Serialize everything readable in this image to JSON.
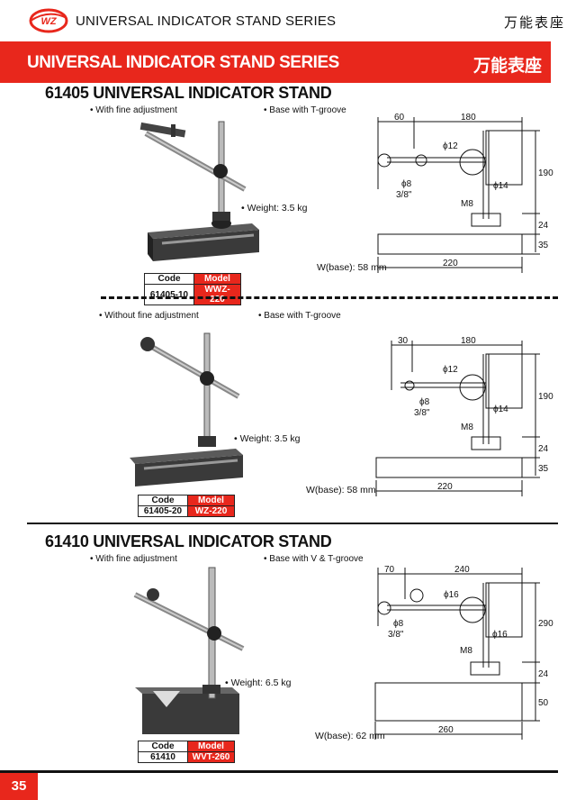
{
  "header": {
    "logo_text": "WZ",
    "series_title": "UNIVERSAL INDICATOR STAND SERIES",
    "series_title_cn": "万能表座"
  },
  "banner": {
    "title": "UNIVERSAL INDICATOR STAND SERIES",
    "title_cn": "万能表座"
  },
  "colors": {
    "accent": "#e8271c",
    "text": "#111111"
  },
  "sections": [
    {
      "title": "61405  UNIVERSAL INDICATOR STAND",
      "variants": [
        {
          "feature_left": "With fine adjustment",
          "feature_right": "Base with T-groove",
          "weight": "Weight: 3.5 kg",
          "wbase": "W(base): 58 mm",
          "table": {
            "code_header": "Code",
            "model_header": "Model",
            "code": "61405-10",
            "model": "WWZ-220"
          },
          "dims": {
            "a": "60",
            "b": "180",
            "d1": "ϕ12",
            "d2": "ϕ8",
            "d3": "3/8\"",
            "d4": "ϕ14",
            "m": "M8",
            "h1": "190",
            "h2": "24",
            "h3": "35",
            "w": "220"
          }
        },
        {
          "feature_left": "Without fine adjustment",
          "feature_right": "Base with T-groove",
          "weight": "Weight: 3.5 kg",
          "wbase": "W(base): 58 mm",
          "table": {
            "code_header": "Code",
            "model_header": "Model",
            "code": "61405-20",
            "model": "WZ-220"
          },
          "dims": {
            "a": "30",
            "b": "180",
            "d1": "ϕ12",
            "d2": "ϕ8",
            "d3": "3/8\"",
            "d4": "ϕ14",
            "m": "M8",
            "h1": "190",
            "h2": "24",
            "h3": "35",
            "w": "220"
          }
        }
      ]
    },
    {
      "title": "61410  UNIVERSAL INDICATOR STAND",
      "variants": [
        {
          "feature_left": "With fine adjustment",
          "feature_right": "Base with V & T-groove",
          "weight": "Weight: 6.5 kg",
          "wbase": "W(base): 62 mm",
          "table": {
            "code_header": "Code",
            "model_header": "Model",
            "code": "61410",
            "model": "WVT-260"
          },
          "dims": {
            "a": "70",
            "b": "240",
            "d1": "ϕ16",
            "d2": "ϕ8",
            "d3": "3/8\"",
            "d4": "ϕ16",
            "m": "M8",
            "h1": "290",
            "h2": "24",
            "h3": "50",
            "w": "260"
          }
        }
      ]
    }
  ],
  "page_number": "35"
}
